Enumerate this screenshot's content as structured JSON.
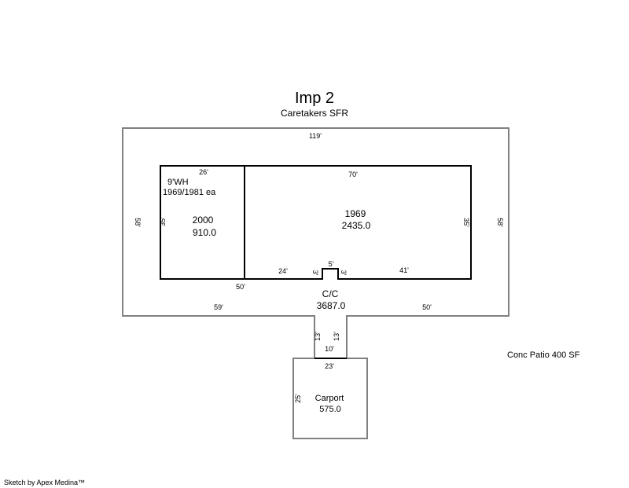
{
  "title": "Imp 2",
  "subtitle": "Caretakers SFR",
  "footer": "Sketch by Apex Medina™",
  "note": "Conc Patio 400 SF",
  "areas": {
    "cc": {
      "name": "C/C",
      "value": "3687.0",
      "top": "119'",
      "left": "58'",
      "right": "58'",
      "bottom_left": "59'",
      "bottom_right": "50'",
      "stem_left": "13'",
      "stem_right": "13'",
      "stem_bottom": "10'"
    },
    "addition": {
      "line1": "9'WH",
      "line2": "1969/1981 ea",
      "year": "2000",
      "value": "910.0",
      "top": "26'",
      "left": "35'"
    },
    "main": {
      "year": "1969",
      "value": "2435.0",
      "top": "70'",
      "right": "35'",
      "bottom_total": "50'",
      "bottom_left": "24'",
      "notch_left": "3'",
      "notch_top": "5'",
      "notch_right": "3'",
      "bottom_right": "41'"
    },
    "carport": {
      "name": "Carport",
      "value": "575.0",
      "top": "23'",
      "left": "25'"
    }
  },
  "colors": {
    "outline": "#000000",
    "secondary_outline": "#808080"
  }
}
